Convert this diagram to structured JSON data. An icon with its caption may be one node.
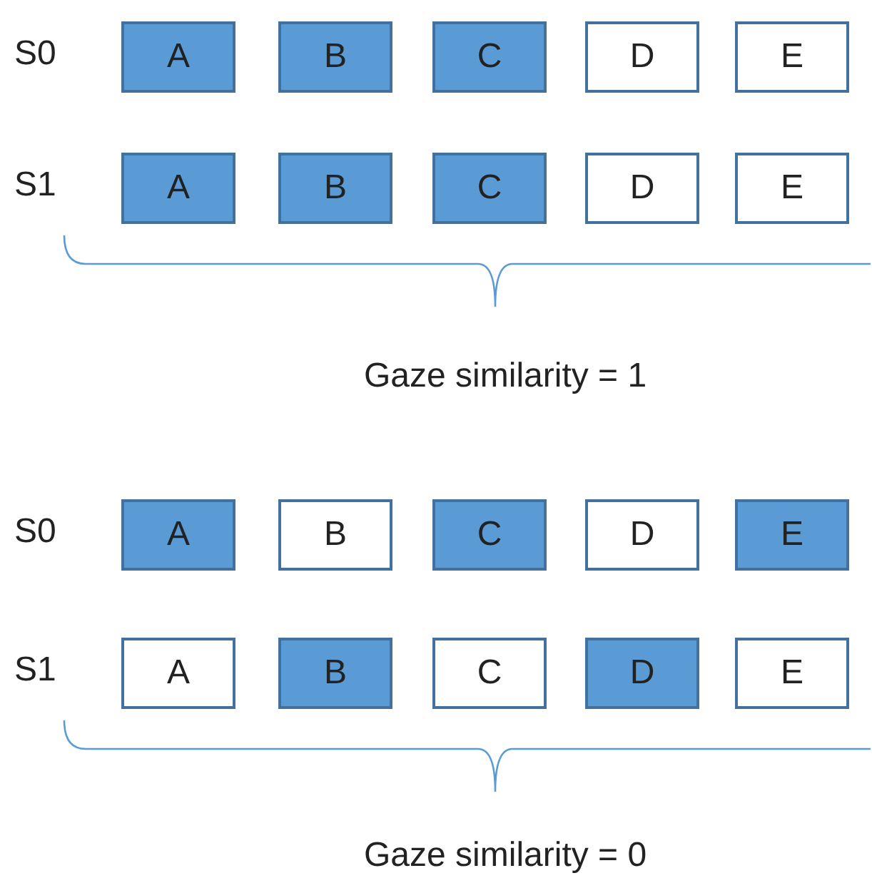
{
  "diagram": {
    "nodes": [
      {
        "text": [
          "A"
        ]
      },
      {
        "text": [
          "B"
        ]
      },
      {
        "text": [
          "C"
        ]
      },
      {
        "text": [
          "D"
        ]
      },
      {
        "text": [
          "E"
        ]
      },
      {
        "text": [
          "A"
        ]
      },
      {
        "text": [
          "B"
        ]
      },
      {
        "text": [
          "C"
        ]
      },
      {
        "text": [
          "D"
        ]
      },
      {
        "text": [
          "E"
        ]
      },
      {
        "text": [
          "A"
        ]
      },
      {
        "text": [
          "B"
        ]
      },
      {
        "text": [
          "C"
        ]
      },
      {
        "text": [
          "D"
        ]
      },
      {
        "text": [
          "E"
        ]
      },
      {
        "text": [
          "A"
        ]
      },
      {
        "text": [
          "B"
        ]
      },
      {
        "text": [
          "C"
        ]
      },
      {
        "text": [
          "D"
        ]
      },
      {
        "text": [
          "E"
        ]
      }
    ],
    "labels": [
      "S0",
      "S1",
      "Gaze similarity = 1",
      "S0",
      "S1",
      "Gaze similarity = 0"
    ]
  }
}
